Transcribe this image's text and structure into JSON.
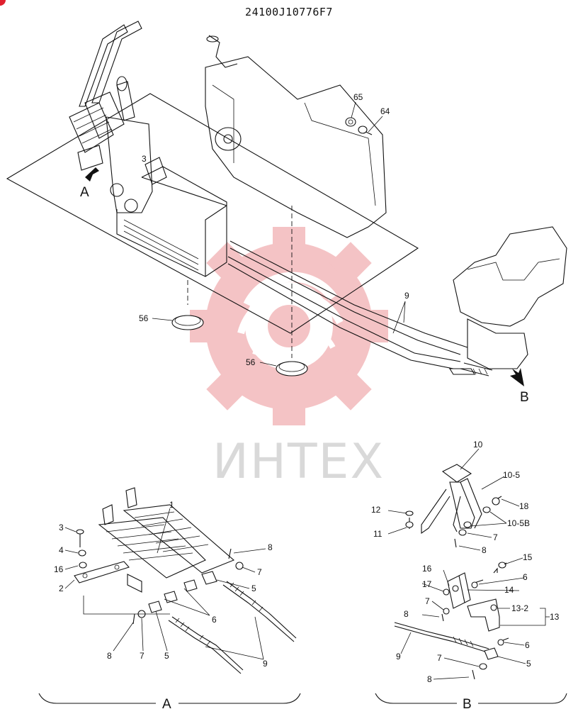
{
  "header": {
    "part_number": "24100J10776F7"
  },
  "watermark": {
    "text": "ИНТЕХ"
  },
  "views": {
    "a": "A",
    "b": "B"
  },
  "labels": {
    "c1": "1",
    "c2": "2",
    "c3": "3",
    "c4": "4",
    "c5a": "5",
    "c5b": "5",
    "c5c": "5",
    "c6a": "6",
    "c6b": "6",
    "c6c": "6",
    "c7a": "7",
    "c7b": "7",
    "c7c": "7",
    "c7d": "7",
    "c7e": "7",
    "c8a": "8",
    "c8b": "8",
    "c8c": "8",
    "c8d": "8",
    "c8e": "8",
    "c9a": "9",
    "c9b": "9",
    "c9c": "9",
    "c10": "10",
    "c10_5": "10-5",
    "c10_5b": "10-5B",
    "c11": "11",
    "c12": "12",
    "c13": "13",
    "c13_2": "13-2",
    "c14": "14",
    "c15": "15",
    "c16a": "16",
    "c16b": "16",
    "c17": "17",
    "c18": "18",
    "c56a": "56",
    "c56b": "56",
    "c64": "64",
    "c65": "65",
    "c3top": "3"
  },
  "colors": {
    "watermark": "#f3b9bb",
    "line": "#111111",
    "corner": "#e0202e"
  }
}
